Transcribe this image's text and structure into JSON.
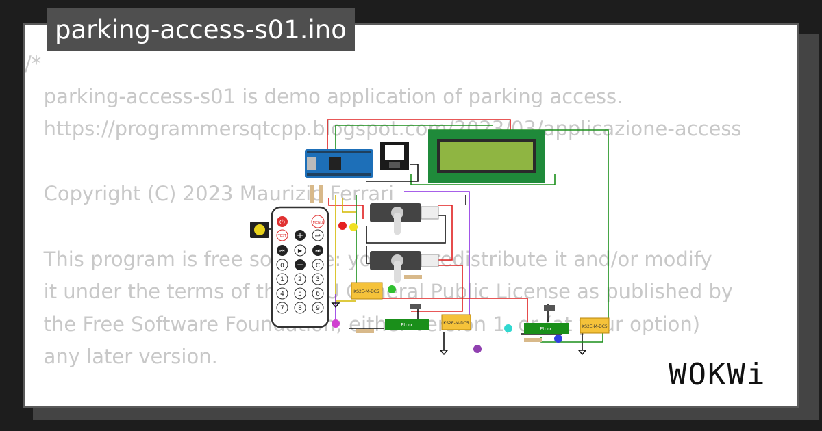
{
  "title": "parking-access-s01.ino",
  "code_lines": [
    "/*",
    "   parking-access-s01 is demo application of parking access.",
    "   https://programmersqtcpp.blogspot.com/2023/03/applicazione-access",
    "",
    "   Copyright (C) 2023 Maurizio Ferrari",
    "",
    "   This program is free software: you can redistribute it and/or modify",
    "   it under the terms of the GNU General Public License as published by",
    "   the Free Software Foundation; either version 1, or (at your option)",
    "   any later version."
  ],
  "circuit": {
    "remote_buttons": {
      "power": "⏻",
      "menu": "MENU",
      "test": "TEST",
      "plus": "+",
      "back": "↩",
      "prev": "⏮",
      "play": "▶",
      "next": "⏭",
      "zero": "0",
      "minus": "−",
      "c": "C",
      "digits": [
        "1",
        "2",
        "3",
        "4",
        "5",
        "6",
        "7",
        "8",
        "9"
      ]
    },
    "relay_label": "KS2E-M-DC5",
    "board_label": "Ftcrx",
    "colors": {
      "wire_red": "#e02020",
      "wire_green": "#1a8f1a",
      "wire_black": "#111111",
      "wire_purple": "#8a2be2",
      "wire_yellow": "#d4b800",
      "lcd_green": "#1f8a3a",
      "lcd_screen": "#8fb542",
      "arduino_blue": "#1d6fb8"
    }
  },
  "brand": "WOKWi"
}
